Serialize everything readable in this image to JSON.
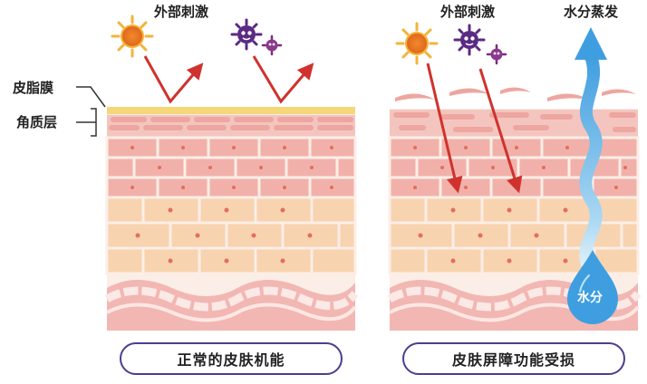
{
  "labels": {
    "external_left": "外部刺激",
    "external_right": "外部刺激",
    "water_evap": "水分蒸发",
    "sebum": "皮脂膜",
    "stratum": "角质层",
    "water_drop": "水分"
  },
  "captions": {
    "left": "正常的皮肤机能",
    "right": "皮肤屏障功能受损"
  },
  "colors": {
    "caption_border": "#4a3f8f",
    "arrow": "#d0322d",
    "water_arrow": "#5fb4e8",
    "sebum": "#f5d77a",
    "cell_pink": "#f1b1aa",
    "cell_peach": "#f8d3b0"
  },
  "icons": [
    "sun-icon",
    "virus-icon"
  ]
}
